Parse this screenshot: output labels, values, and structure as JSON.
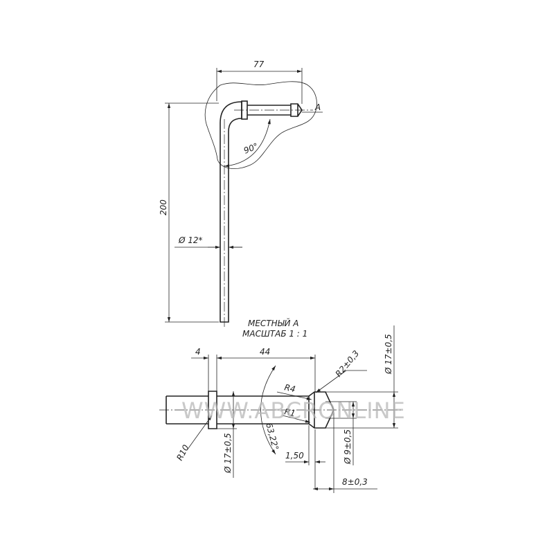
{
  "main_view": {
    "dim_length": "77",
    "dim_height": "200",
    "dim_diameter": "Ø 12*",
    "dim_angle": "90°",
    "detail_marker": "A"
  },
  "detail_view": {
    "title_line1": "МЕСТНЫЙ А",
    "title_line2": "МАСШТАБ 1 : 1",
    "dim_collar_width": "4",
    "dim_length": "44",
    "dim_r2": "R2±0,3",
    "dim_r4": "R4",
    "dim_r1": "R1",
    "dim_angle": "63,22°",
    "dim_1_50": "1,50",
    "dim_r10": "R10",
    "dim_collar_diameter": "Ø 17±0,5",
    "dim_tip_diameter": "Ø 9±0,5",
    "dim_head_diameter": "Ø 17±0,5",
    "dim_tip_length": "8±0,3"
  },
  "watermark": "WWW.ABCRONLINE"
}
